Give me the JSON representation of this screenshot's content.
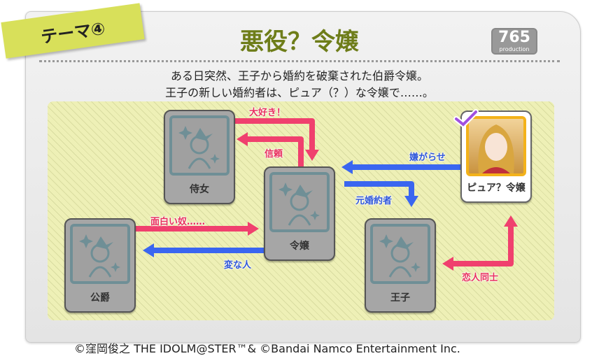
{
  "tag": "テーマ④",
  "title": "悪役？令嬢",
  "logo": {
    "main": "765",
    "sub": "production"
  },
  "description": [
    "ある日突然、王子から婚約を破棄された伯爵令嬢。",
    "王子の新しい婚約者は、ピュア（？）な令嬢で……。"
  ],
  "nodes": {
    "jijo": "侍女",
    "reijo": "令嬢",
    "koshaku": "公爵",
    "oji": "王子",
    "pure": "ピュア？令嬢"
  },
  "relations": {
    "daisuki": "大好き！",
    "shinrai": "信頼",
    "iyagarase": "嫌がらせ",
    "motokon": "元婚約者",
    "omoshiroi": "面白い奴……",
    "henna": "変な人",
    "koibito": "恋人同士"
  },
  "colors": {
    "pink": "#f0406e",
    "blue": "#3a66f0",
    "title": "#6e7d19"
  },
  "copyright": "©窪岡俊之 THE IDOLM@STER™& ©Bandai Namco Entertainment Inc."
}
